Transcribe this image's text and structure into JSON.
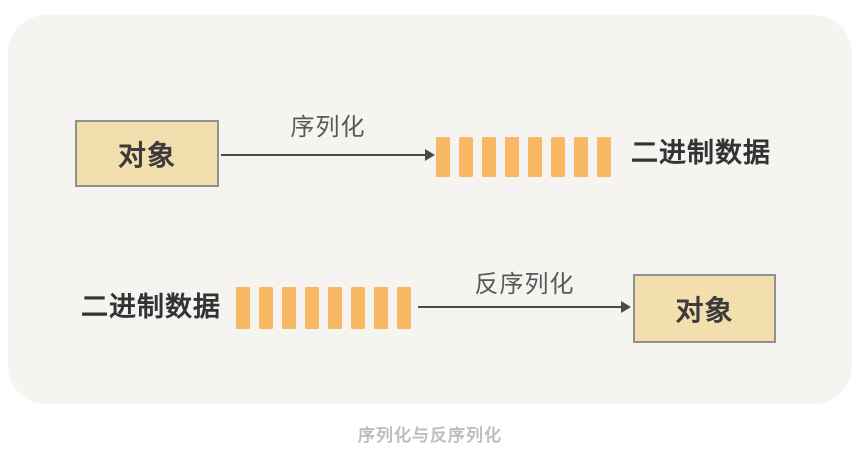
{
  "caption": "序列化与反序列化",
  "diagram": {
    "top_flow": {
      "source_label": "对象",
      "arrow_label": "序列化",
      "bar_count": 8,
      "result_label": "二进制数据"
    },
    "bottom_flow": {
      "source_label": "二进制数据",
      "bar_count": 8,
      "arrow_label": "反序列化",
      "result_label": "对象"
    }
  },
  "colors": {
    "card_bg": "#F5F4F1",
    "bar": "#F9B863",
    "box_fill": "#F3DEAE",
    "box_border": "#919191",
    "box_text": "#3B3B3B",
    "arrow": "#4A4A4A",
    "arrow_label": "#595959",
    "data_label": "#333333",
    "caption": "#BDBDBD"
  }
}
